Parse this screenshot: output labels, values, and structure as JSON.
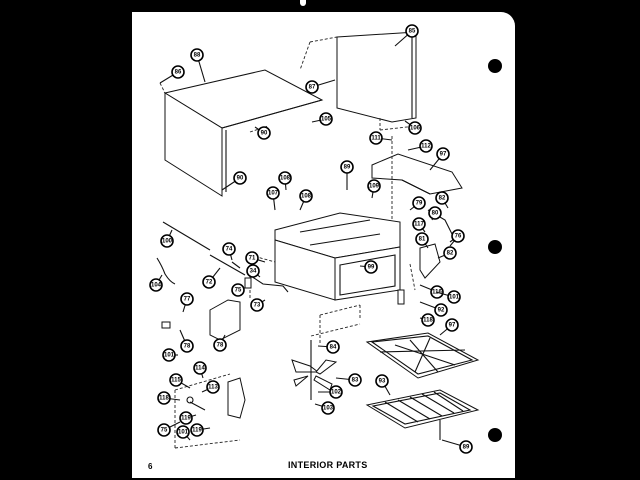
{
  "document": {
    "title": "INTERIOR PARTS",
    "page_number": "6"
  },
  "callouts": [
    {
      "id": "c1",
      "label": "86"
    },
    {
      "id": "c2",
      "label": "88"
    },
    {
      "id": "c3",
      "label": "90"
    },
    {
      "id": "c4",
      "label": "87"
    },
    {
      "id": "c5",
      "label": "90"
    },
    {
      "id": "c6",
      "label": "105"
    },
    {
      "id": "c7",
      "label": "85"
    },
    {
      "id": "c8",
      "label": "106"
    },
    {
      "id": "c9",
      "label": "111"
    },
    {
      "id": "c10",
      "label": "112"
    },
    {
      "id": "c11",
      "label": "97"
    },
    {
      "id": "c12",
      "label": "107"
    },
    {
      "id": "c13",
      "label": "108"
    },
    {
      "id": "c14",
      "label": "108"
    },
    {
      "id": "c15",
      "label": "89"
    },
    {
      "id": "c16",
      "label": "109"
    },
    {
      "id": "c17",
      "label": "79"
    },
    {
      "id": "c18",
      "label": "82"
    },
    {
      "id": "c19",
      "label": "80"
    },
    {
      "id": "c20",
      "label": "117"
    },
    {
      "id": "c21",
      "label": "81"
    },
    {
      "id": "c22",
      "label": "82"
    },
    {
      "id": "c23",
      "label": "76"
    },
    {
      "id": "c24",
      "label": "100"
    },
    {
      "id": "c25",
      "label": "74"
    },
    {
      "id": "c26",
      "label": "71"
    },
    {
      "id": "c27",
      "label": "34"
    },
    {
      "id": "c28",
      "label": "99"
    },
    {
      "id": "c29",
      "label": "72"
    },
    {
      "id": "c30",
      "label": "104"
    },
    {
      "id": "c31",
      "label": "75"
    },
    {
      "id": "c32",
      "label": "73"
    },
    {
      "id": "c33",
      "label": "77"
    },
    {
      "id": "c34",
      "label": "116"
    },
    {
      "id": "c35",
      "label": "101"
    },
    {
      "id": "c36",
      "label": "92"
    },
    {
      "id": "c37",
      "label": "118"
    },
    {
      "id": "c38",
      "label": "78"
    },
    {
      "id": "c39",
      "label": "78"
    },
    {
      "id": "c40",
      "label": "101"
    },
    {
      "id": "c41",
      "label": "97"
    },
    {
      "id": "c42",
      "label": "84"
    },
    {
      "id": "c43",
      "label": "114"
    },
    {
      "id": "c44",
      "label": "115"
    },
    {
      "id": "c45",
      "label": "113"
    },
    {
      "id": "c46",
      "label": "118"
    },
    {
      "id": "c47",
      "label": "83"
    },
    {
      "id": "c48",
      "label": "93"
    },
    {
      "id": "c49",
      "label": "102"
    },
    {
      "id": "c50",
      "label": "119"
    },
    {
      "id": "c51",
      "label": "103"
    },
    {
      "id": "c52",
      "label": "75"
    },
    {
      "id": "c53",
      "label": "119"
    },
    {
      "id": "c54",
      "label": "101"
    },
    {
      "id": "c55",
      "label": "89"
    }
  ]
}
